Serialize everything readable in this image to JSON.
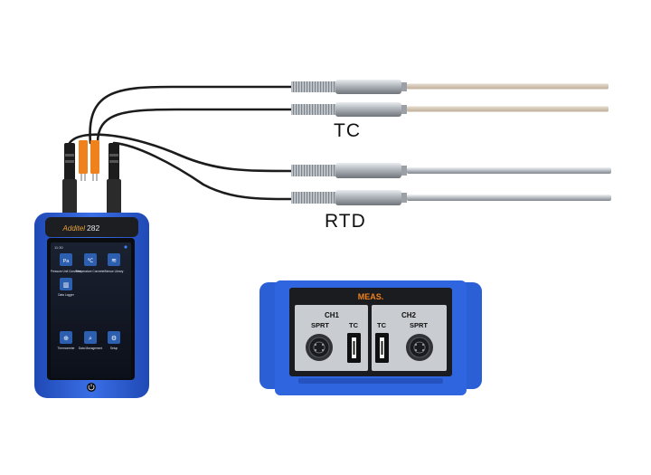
{
  "labels": {
    "thermocouple": "TC",
    "rtd": "RTD"
  },
  "device": {
    "brand": "Additel",
    "model": "282",
    "status_time": "11:30",
    "apps": [
      {
        "icon": "pressure-unit-converter-icon",
        "label": "Pressure Unit Converter",
        "glyph": "Pa"
      },
      {
        "icon": "temperature-converter-icon",
        "label": "Temperature Converter",
        "glyph": "℃"
      },
      {
        "icon": "sensor-library-icon",
        "label": "Sensor Library",
        "glyph": "≋"
      },
      {
        "icon": "data-logger-icon",
        "label": "Data Logger",
        "glyph": "▥"
      }
    ],
    "dock": [
      {
        "icon": "thermometer-icon",
        "label": "Thermometer",
        "glyph": "⊕"
      },
      {
        "icon": "data-management-icon",
        "label": "Data Management",
        "glyph": "⌕"
      },
      {
        "icon": "setup-icon",
        "label": "Setup",
        "glyph": "⚙"
      }
    ]
  },
  "panel": {
    "title": "MEAS.",
    "ch1": {
      "label": "CH1",
      "left": "SPRT",
      "right": "TC"
    },
    "ch2": {
      "label": "CH2",
      "left": "TC",
      "right": "SPRT"
    }
  },
  "colors": {
    "body_blue": "#2f63d8",
    "screen": "#0f1522",
    "tile": "#2d5fb0",
    "panel_gray": "#c9ccd0",
    "connector_orange": "#f0821e"
  }
}
